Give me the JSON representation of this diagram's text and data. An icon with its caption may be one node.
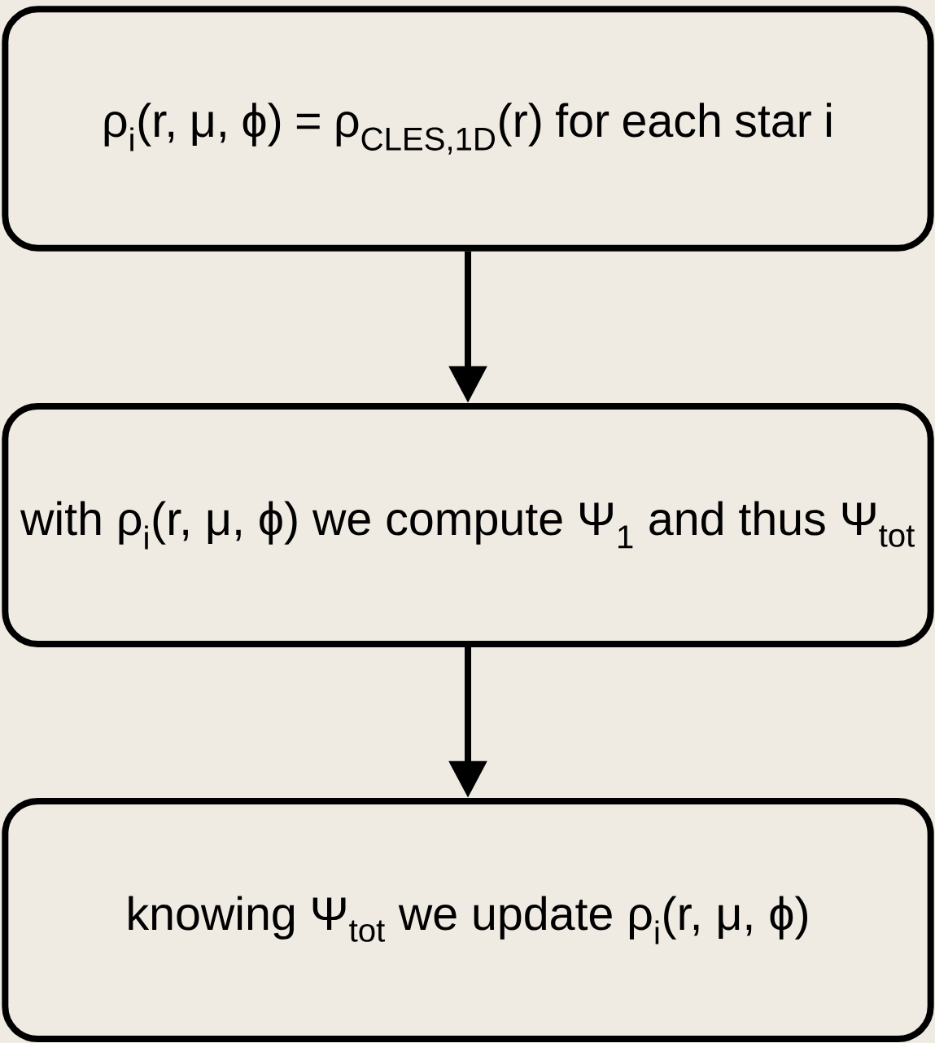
{
  "diagram": {
    "nodes": [
      {
        "text": [
          "ρ$_{i}$(r, μ, ϕ) = ρ$_{CLES,1D}$(r) for each star i"
        ]
      },
      {
        "text": [
          "with ρ$_{i}$(r, μ, ϕ) we compute Ψ$_{1}$ and thus Ψ$_{tot}$"
        ]
      },
      {
        "text": [
          "knowing Ψ$_{tot}$ we update ρ$_{i}$(r, μ, ϕ)"
        ]
      }
    ],
    "edges": [
      {
        "from": 0,
        "to": 1,
        "arrow": "to"
      },
      {
        "from": 1,
        "to": 2,
        "arrow": "to"
      }
    ]
  }
}
